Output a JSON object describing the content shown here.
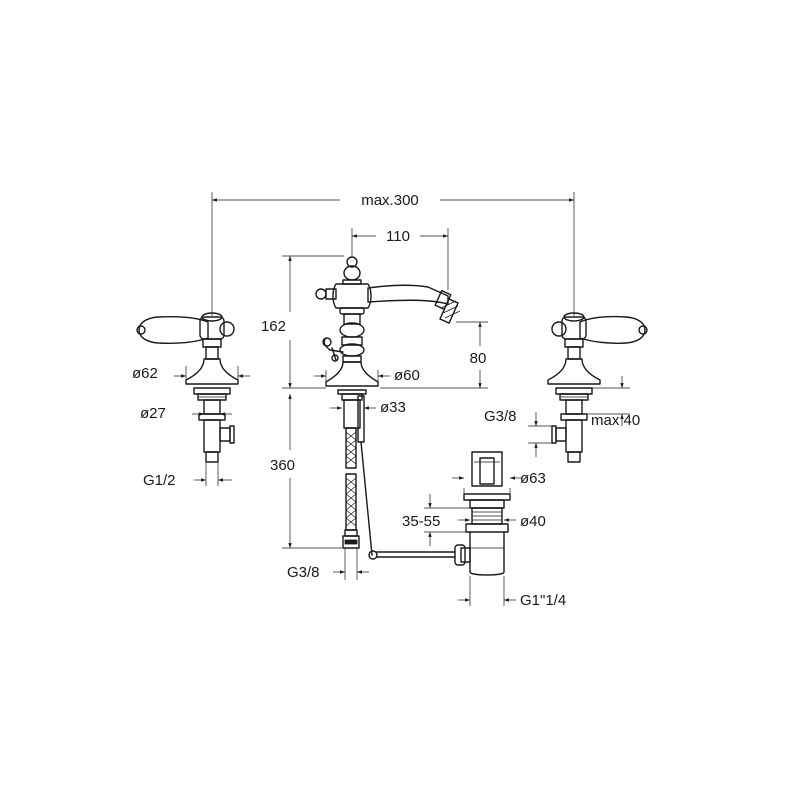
{
  "dimensions": {
    "total_width": "max.300",
    "spout_reach": "110",
    "mixer_height": "162",
    "spout_height": "80",
    "valve_rosette_diameter": "ø62",
    "valve_shank_diameter": "ø27",
    "valve_inlet_thread": "G1/2",
    "mixer_base_diameter": "ø60",
    "mixer_shank_diameter": "ø33",
    "hose_length": "360",
    "hose_thread": "G3/8",
    "valve_outlet_thread": "G3/8",
    "max_deck_thickness": "max 40",
    "waste_top_diameter": "ø63",
    "waste_height_range": "35-55",
    "waste_body_diameter": "ø40",
    "waste_outlet_thread": "G1\"1/4"
  }
}
